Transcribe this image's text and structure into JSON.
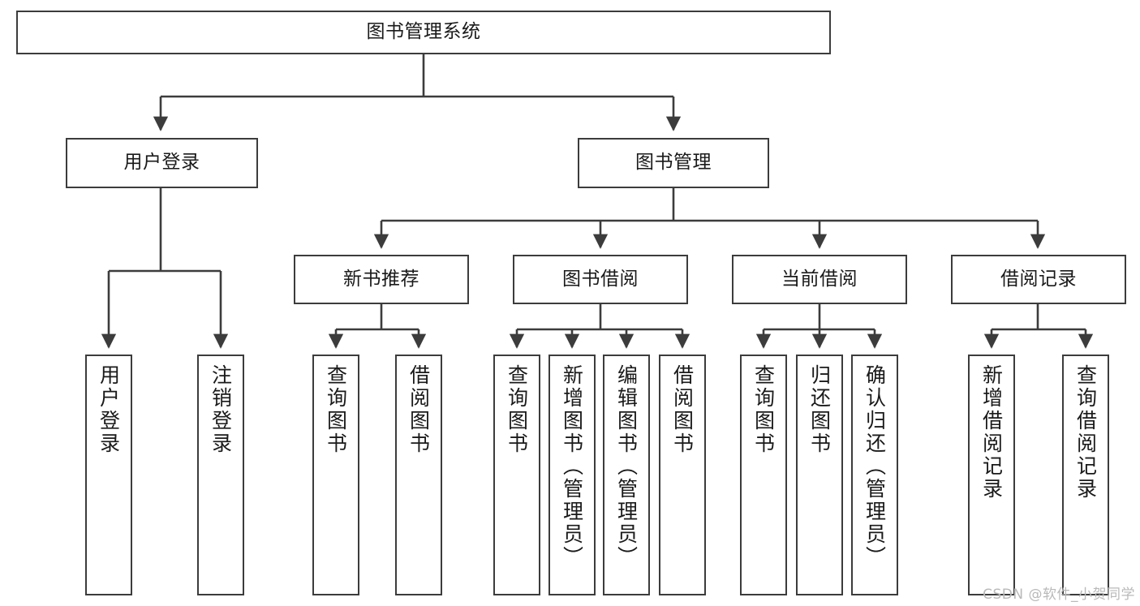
{
  "diagram": {
    "title": "图书管理系统",
    "watermark": "CSDN @软件_小贺同学",
    "colors": {
      "border": "#3c3c3c",
      "background": "#ffffff",
      "text": "#1a1a1a",
      "watermark": "#b9b9b9"
    },
    "root": {
      "id": "root",
      "label": "图书管理系统"
    },
    "level2": [
      {
        "id": "user-login",
        "label": "用户登录"
      },
      {
        "id": "book-manage",
        "label": "图书管理"
      }
    ],
    "level3": [
      {
        "id": "new-book-rec",
        "label": "新书推荐"
      },
      {
        "id": "book-borrow",
        "label": "图书借阅"
      },
      {
        "id": "current-borrow",
        "label": "当前借阅"
      },
      {
        "id": "borrow-record",
        "label": "借阅记录"
      }
    ],
    "leaves": {
      "user_login": [
        {
          "id": "leaf-user-login",
          "label": "用户登录"
        },
        {
          "id": "leaf-logout-login",
          "label": "注销登录"
        }
      ],
      "new_book_rec": [
        {
          "id": "leaf-query-book-1",
          "label": "查询图书"
        },
        {
          "id": "leaf-borrow-book-1",
          "label": "借阅图书"
        }
      ],
      "book_borrow": [
        {
          "id": "leaf-query-book-2",
          "label": "查询图书"
        },
        {
          "id": "leaf-add-book",
          "label": "新增图书（管理员）"
        },
        {
          "id": "leaf-edit-book",
          "label": "编辑图书（管理员）"
        },
        {
          "id": "leaf-borrow-book-2",
          "label": "借阅图书"
        }
      ],
      "current_borrow": [
        {
          "id": "leaf-query-book-3",
          "label": "查询图书"
        },
        {
          "id": "leaf-return-book",
          "label": "归还图书"
        },
        {
          "id": "leaf-confirm-return",
          "label": "确认归还（管理员）"
        }
      ],
      "borrow_record": [
        {
          "id": "leaf-add-record",
          "label": "新增借阅记录"
        },
        {
          "id": "leaf-query-record",
          "label": "查询借阅记录"
        }
      ]
    }
  }
}
